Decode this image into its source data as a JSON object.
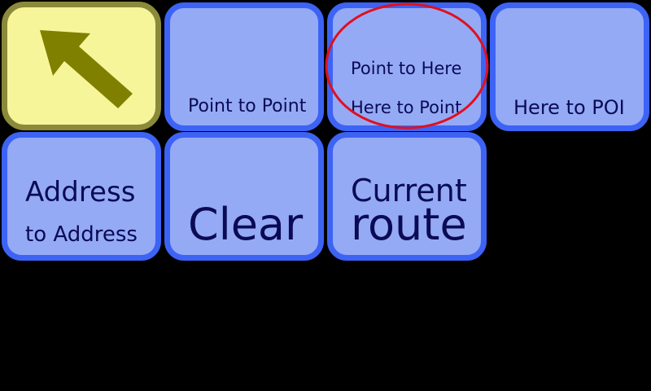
{
  "buttons": {
    "back": {
      "icon": "back-arrow-icon"
    },
    "point_to_point": {
      "label": "Point to Point"
    },
    "point_to_here_here_to_point": {
      "line1": "Point to Here",
      "line2": "Here to Point"
    },
    "here_to_poi": {
      "label": "Here to POI"
    },
    "address_to_address": {
      "line1": "Address",
      "line2": "to Address"
    },
    "clear": {
      "label": "Clear"
    },
    "current_route": {
      "line1": "Current",
      "line2": "route"
    }
  },
  "colors": {
    "tile_fill": "#95aaf5",
    "tile_border": "#3d63f5",
    "back_fill": "#f7f59a",
    "back_border": "#8a8a3a",
    "arrow": "#808000",
    "text": "#0b0b55",
    "highlight_ring": "#e0101e",
    "background": "#000000"
  }
}
